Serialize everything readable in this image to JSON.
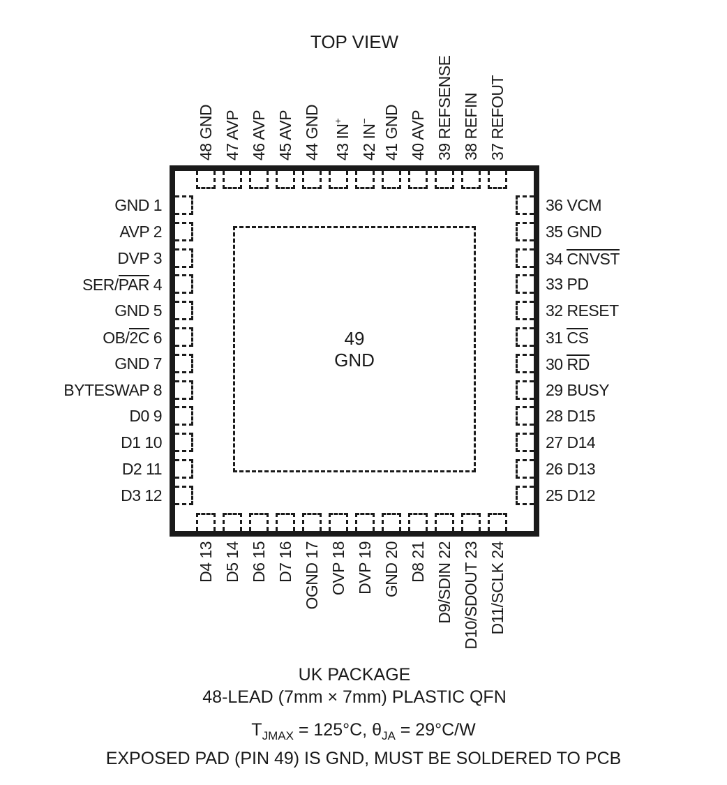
{
  "title": "TOP VIEW",
  "chip": {
    "exposed_pad": {
      "num": "49",
      "name": "GND"
    },
    "pins": {
      "top": [
        {
          "num": "48",
          "parts": [
            {
              "t": "GND"
            }
          ]
        },
        {
          "num": "47",
          "parts": [
            {
              "t": "AVP"
            }
          ]
        },
        {
          "num": "46",
          "parts": [
            {
              "t": "AVP"
            }
          ]
        },
        {
          "num": "45",
          "parts": [
            {
              "t": "AVP"
            }
          ]
        },
        {
          "num": "44",
          "parts": [
            {
              "t": "GND"
            }
          ]
        },
        {
          "num": "43",
          "parts": [
            {
              "t": "IN"
            },
            {
              "t": "+",
              "s": "sup"
            }
          ]
        },
        {
          "num": "42",
          "parts": [
            {
              "t": "IN"
            },
            {
              "t": "−",
              "s": "sup"
            }
          ]
        },
        {
          "num": "41",
          "parts": [
            {
              "t": "GND"
            }
          ]
        },
        {
          "num": "40",
          "parts": [
            {
              "t": "AVP"
            }
          ]
        },
        {
          "num": "39",
          "parts": [
            {
              "t": "REFSENSE"
            }
          ]
        },
        {
          "num": "38",
          "parts": [
            {
              "t": "REFIN"
            }
          ]
        },
        {
          "num": "37",
          "parts": [
            {
              "t": "REFOUT"
            }
          ]
        }
      ],
      "left": [
        {
          "num": "1",
          "parts": [
            {
              "t": "GND"
            }
          ]
        },
        {
          "num": "2",
          "parts": [
            {
              "t": "AVP"
            }
          ]
        },
        {
          "num": "3",
          "parts": [
            {
              "t": "DVP"
            }
          ]
        },
        {
          "num": "4",
          "parts": [
            {
              "t": "SER/"
            },
            {
              "t": "PAR",
              "s": "bar"
            }
          ]
        },
        {
          "num": "5",
          "parts": [
            {
              "t": "GND"
            }
          ]
        },
        {
          "num": "6",
          "parts": [
            {
              "t": "OB/"
            },
            {
              "t": "2C",
              "s": "bar"
            }
          ]
        },
        {
          "num": "7",
          "parts": [
            {
              "t": "GND"
            }
          ]
        },
        {
          "num": "8",
          "parts": [
            {
              "t": "BYTESWAP"
            }
          ]
        },
        {
          "num": "9",
          "parts": [
            {
              "t": "D0"
            }
          ]
        },
        {
          "num": "10",
          "parts": [
            {
              "t": "D1"
            }
          ]
        },
        {
          "num": "11",
          "parts": [
            {
              "t": "D2"
            }
          ]
        },
        {
          "num": "12",
          "parts": [
            {
              "t": "D3"
            }
          ]
        }
      ],
      "right": [
        {
          "num": "36",
          "parts": [
            {
              "t": "VCM"
            }
          ]
        },
        {
          "num": "35",
          "parts": [
            {
              "t": "GND"
            }
          ]
        },
        {
          "num": "34",
          "parts": [
            {
              "t": "CNVST",
              "s": "bar"
            }
          ]
        },
        {
          "num": "33",
          "parts": [
            {
              "t": "PD"
            }
          ]
        },
        {
          "num": "32",
          "parts": [
            {
              "t": "RESET"
            }
          ]
        },
        {
          "num": "31",
          "parts": [
            {
              "t": "CS",
              "s": "bar"
            }
          ]
        },
        {
          "num": "30",
          "parts": [
            {
              "t": "RD",
              "s": "bar"
            }
          ]
        },
        {
          "num": "29",
          "parts": [
            {
              "t": "BUSY"
            }
          ]
        },
        {
          "num": "28",
          "parts": [
            {
              "t": "D15"
            }
          ]
        },
        {
          "num": "27",
          "parts": [
            {
              "t": "D14"
            }
          ]
        },
        {
          "num": "26",
          "parts": [
            {
              "t": "D13"
            }
          ]
        },
        {
          "num": "25",
          "parts": [
            {
              "t": "D12"
            }
          ]
        }
      ],
      "bottom": [
        {
          "num": "13",
          "parts": [
            {
              "t": "D4"
            }
          ]
        },
        {
          "num": "14",
          "parts": [
            {
              "t": "D5"
            }
          ]
        },
        {
          "num": "15",
          "parts": [
            {
              "t": "D6"
            }
          ]
        },
        {
          "num": "16",
          "parts": [
            {
              "t": "D7"
            }
          ]
        },
        {
          "num": "17",
          "parts": [
            {
              "t": "OGND"
            }
          ]
        },
        {
          "num": "18",
          "parts": [
            {
              "t": "OVP"
            }
          ]
        },
        {
          "num": "19",
          "parts": [
            {
              "t": "DVP"
            }
          ]
        },
        {
          "num": "20",
          "parts": [
            {
              "t": "GND"
            }
          ]
        },
        {
          "num": "21",
          "parts": [
            {
              "t": "D8"
            }
          ]
        },
        {
          "num": "22",
          "parts": [
            {
              "t": "D9/SDIN"
            }
          ]
        },
        {
          "num": "23",
          "parts": [
            {
              "t": "D10/SDOUT"
            }
          ]
        },
        {
          "num": "24",
          "parts": [
            {
              "t": "D11/SCLK"
            }
          ]
        }
      ]
    }
  },
  "footer": {
    "package_name": "UK PACKAGE",
    "package_desc": "48-LEAD (7mm × 7mm) PLASTIC QFN",
    "thermal_parts": [
      {
        "t": "T"
      },
      {
        "t": "JMAX",
        "s": "sub"
      },
      {
        "t": " = 125°C, "
      },
      {
        "t": "θ"
      },
      {
        "t": "JA",
        "s": "sub"
      },
      {
        "t": " = 29°C/W"
      }
    ],
    "note": "EXPOSED PAD (PIN 49) IS GND, MUST BE SOLDERED TO PCB"
  }
}
